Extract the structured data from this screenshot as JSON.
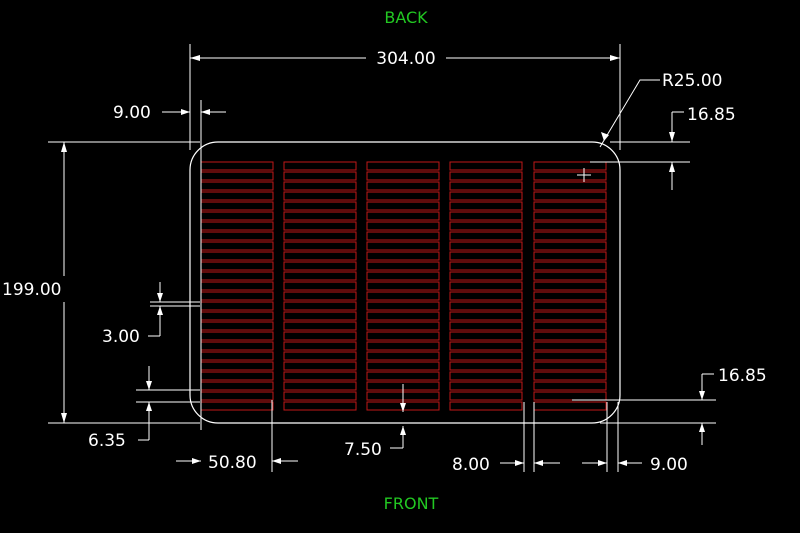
{
  "labels": {
    "back": "BACK",
    "front": "FRONT"
  },
  "dimensions": {
    "width": "304.00",
    "radius": "R25.00",
    "left_margin": "9.00",
    "top_offset": "16.85",
    "height": "199.00",
    "slot_gap": "3.00",
    "bottom_offset_left": "6.35",
    "bottom_offset_right": "16.85",
    "column_pitch": "50.80",
    "bottom_gap": "7.50",
    "column_gap": "8.00",
    "right_margin": "9.00"
  },
  "grid": {
    "columns": 5,
    "rows": 25
  },
  "colors": {
    "outline": "#ffffff",
    "slots": "#c01818",
    "labels": "#22c722",
    "background": "#000000"
  }
}
